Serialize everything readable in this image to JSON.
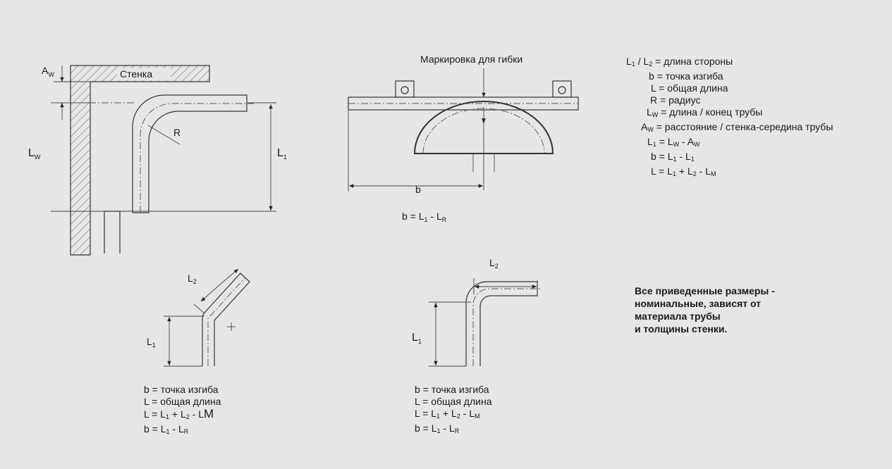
{
  "figure1": {
    "wall_label": "Стенка",
    "A": "A",
    "A_sub": "W",
    "R": "R",
    "L": "L",
    "L_sub": "W",
    "L1": "L",
    "L1_sub": "1"
  },
  "figure2": {
    "title": "Маркировка для гибки",
    "b": "b",
    "formula": {
      "pre": "b = L",
      "s1": "1",
      "mid": " - L",
      "s2": "R"
    }
  },
  "legend": {
    "lines": [
      {
        "parts": [
          {
            "t": "L"
          },
          {
            "s": "1"
          },
          {
            "t": " / L"
          },
          {
            "s": "2"
          },
          {
            "t": " = длина стороны"
          }
        ]
      },
      {
        "parts": [
          {
            "t": "b = точка изгиба"
          }
        ]
      },
      {
        "parts": [
          {
            "t": "L = общая длина"
          }
        ]
      },
      {
        "parts": [
          {
            "t": "R = радиус"
          }
        ]
      },
      {
        "parts": [
          {
            "t": "L"
          },
          {
            "s": "W"
          },
          {
            "t": " = длина / конец трубы"
          }
        ]
      },
      {
        "parts": [
          {
            "t": "A"
          },
          {
            "s": "W"
          },
          {
            "t": " = расстояние / стенка-середина трубы"
          }
        ]
      },
      {
        "parts": [
          {
            "t": "L"
          },
          {
            "s": "1"
          },
          {
            "t": " = L"
          },
          {
            "s": "W"
          },
          {
            "t": " - A"
          },
          {
            "s": "W"
          }
        ]
      },
      {
        "parts": [
          {
            "t": "b = L"
          },
          {
            "s": "1"
          },
          {
            "t": " - L"
          },
          {
            "s": "1"
          }
        ]
      },
      {
        "parts": [
          {
            "t": "L = L"
          },
          {
            "s": "1"
          },
          {
            "t": " + L"
          },
          {
            "s": "2"
          },
          {
            "t": " - L"
          },
          {
            "s": "M"
          }
        ]
      }
    ]
  },
  "figure3": {
    "L2": "L",
    "L2_sub": "2",
    "L1": "L",
    "L1_sub": "1",
    "formulas": [
      {
        "parts": [
          {
            "t": "b = точка изгиба"
          }
        ]
      },
      {
        "parts": [
          {
            "t": "L = общая длина"
          }
        ]
      },
      {
        "parts": [
          {
            "t": "L = L"
          },
          {
            "s": "1"
          },
          {
            "t": " + L"
          },
          {
            "s": "2"
          },
          {
            "t": " - L"
          },
          {
            "big": "M"
          }
        ]
      },
      {
        "parts": [
          {
            "t": "b = L"
          },
          {
            "s": "1"
          },
          {
            "t": " - L"
          },
          {
            "s": "R"
          }
        ]
      }
    ]
  },
  "figure4": {
    "L2": "L",
    "L2_sub": "2",
    "L1": "L",
    "L1_sub": "1",
    "formulas": [
      {
        "parts": [
          {
            "t": "b = точка изгиба"
          }
        ]
      },
      {
        "parts": [
          {
            "t": "L = общая длина"
          }
        ]
      },
      {
        "parts": [
          {
            "t": "L = L"
          },
          {
            "s": "1"
          },
          {
            "t": " + L"
          },
          {
            "s": "2"
          },
          {
            "t": " - L"
          },
          {
            "s": "M"
          }
        ]
      },
      {
        "parts": [
          {
            "t": "b = L"
          },
          {
            "s": "1"
          },
          {
            "t": " - L"
          },
          {
            "s": "R"
          }
        ]
      }
    ]
  },
  "note": {
    "lines": [
      "Все приведенные размеры -",
      "номинальные, зависят от",
      "материала трубы",
      "и толщины стенки."
    ]
  }
}
